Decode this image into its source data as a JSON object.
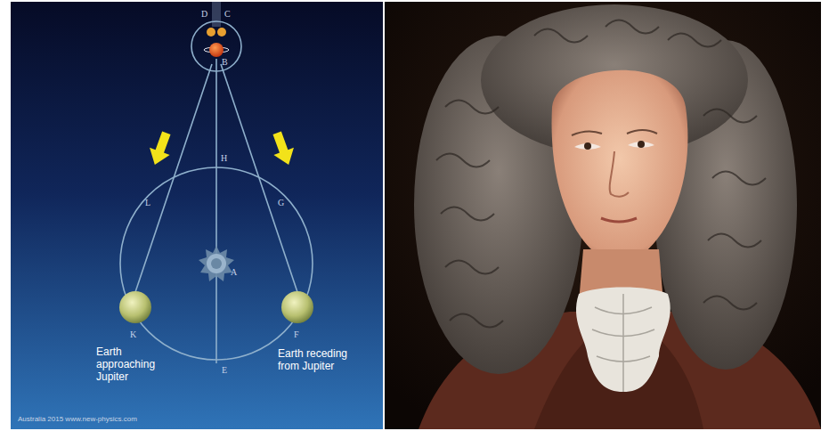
{
  "diagram": {
    "labels": [
      "D",
      "C",
      "B",
      "H",
      "L",
      "G",
      "A",
      "K",
      "F",
      "E",
      "Earth approaching Jupiter",
      "Earth receding from Jupiter",
      "Australia 2015 www.new-physics.com"
    ]
  }
}
